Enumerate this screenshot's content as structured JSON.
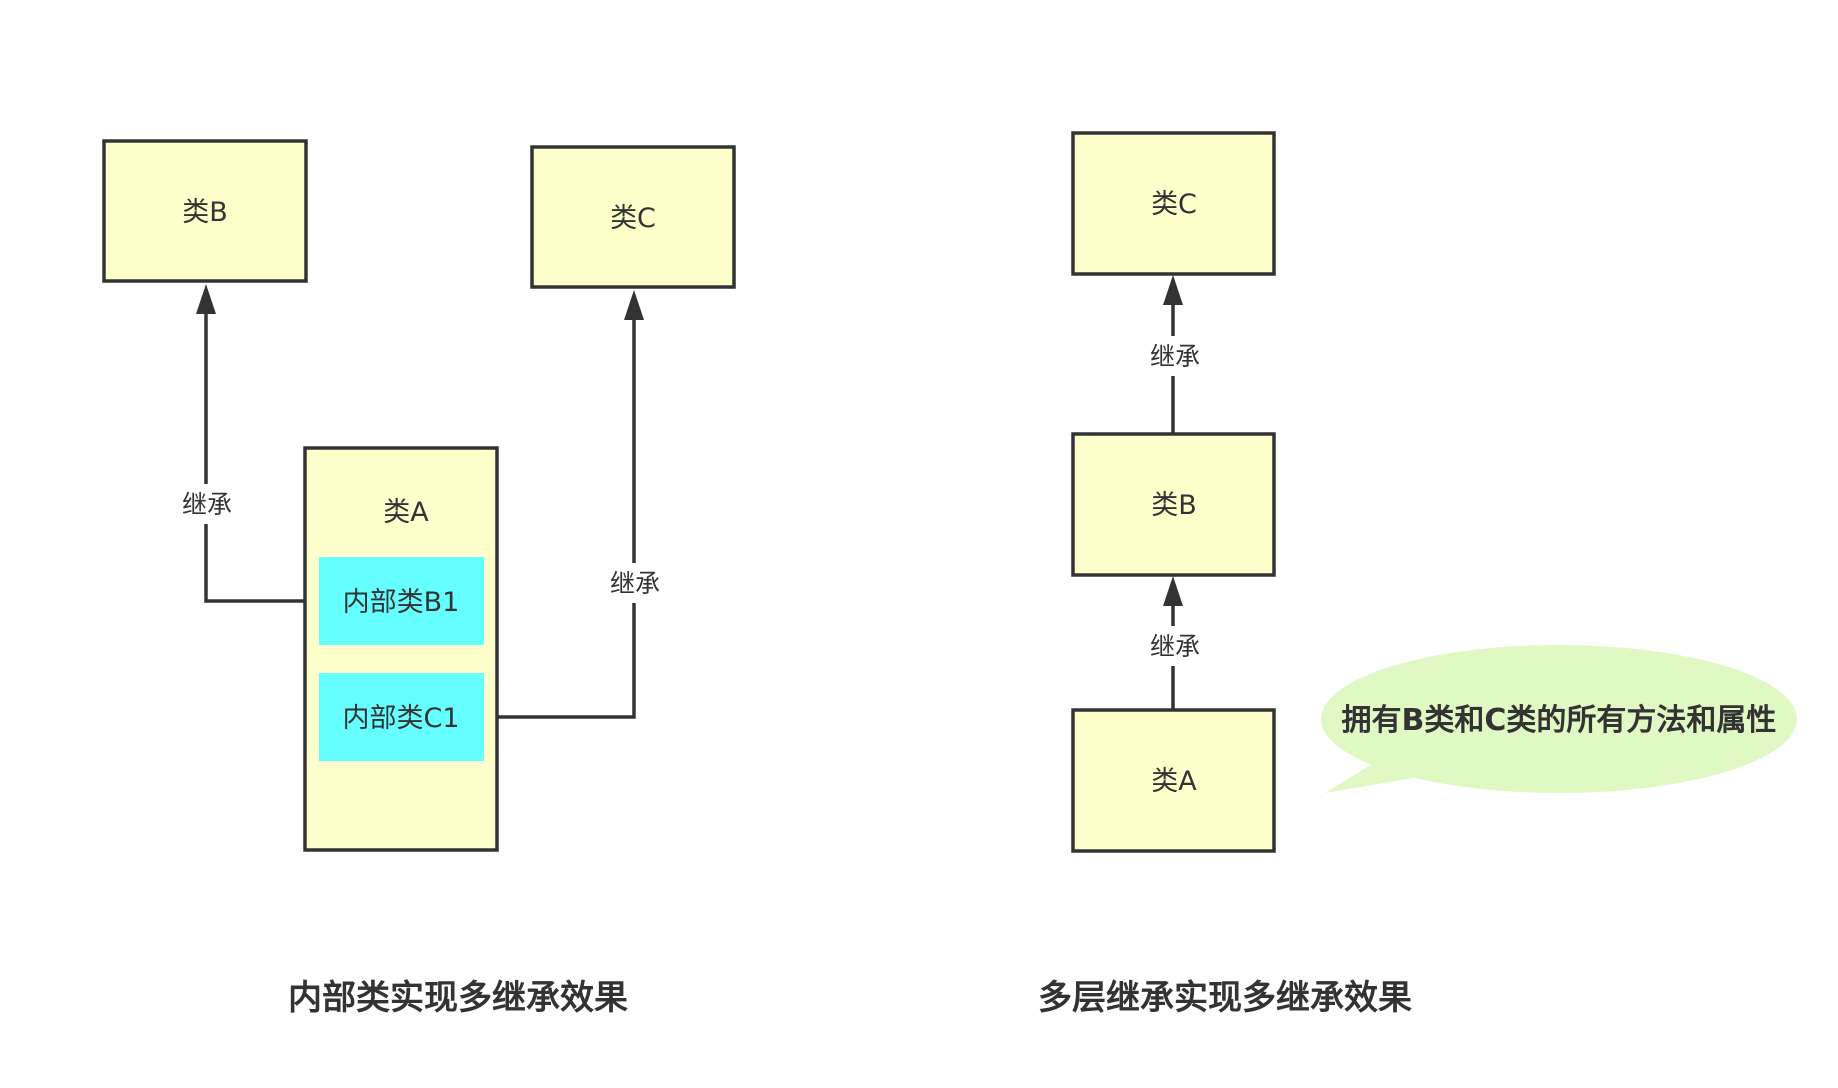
{
  "left": {
    "class_b": "类B",
    "class_c": "类C",
    "class_a": "类A",
    "inner_b1": "内部类B1",
    "inner_c1": "内部类C1",
    "edge_b1_to_b": "继承",
    "edge_c1_to_c": "继承",
    "caption": "内部类实现多继承效果"
  },
  "right": {
    "class_c": "类C",
    "class_b": "类B",
    "class_a": "类A",
    "edge_b_to_c": "继承",
    "edge_a_to_b": "继承",
    "callout": "拥有B类和C类的所有方法和属性",
    "caption": "多层继承实现多继承效果"
  },
  "colors": {
    "class_fill": "#ffffcc",
    "inner_fill": "#66ffff",
    "stroke": "#333333",
    "callout_fill": "#e0f9c4"
  }
}
